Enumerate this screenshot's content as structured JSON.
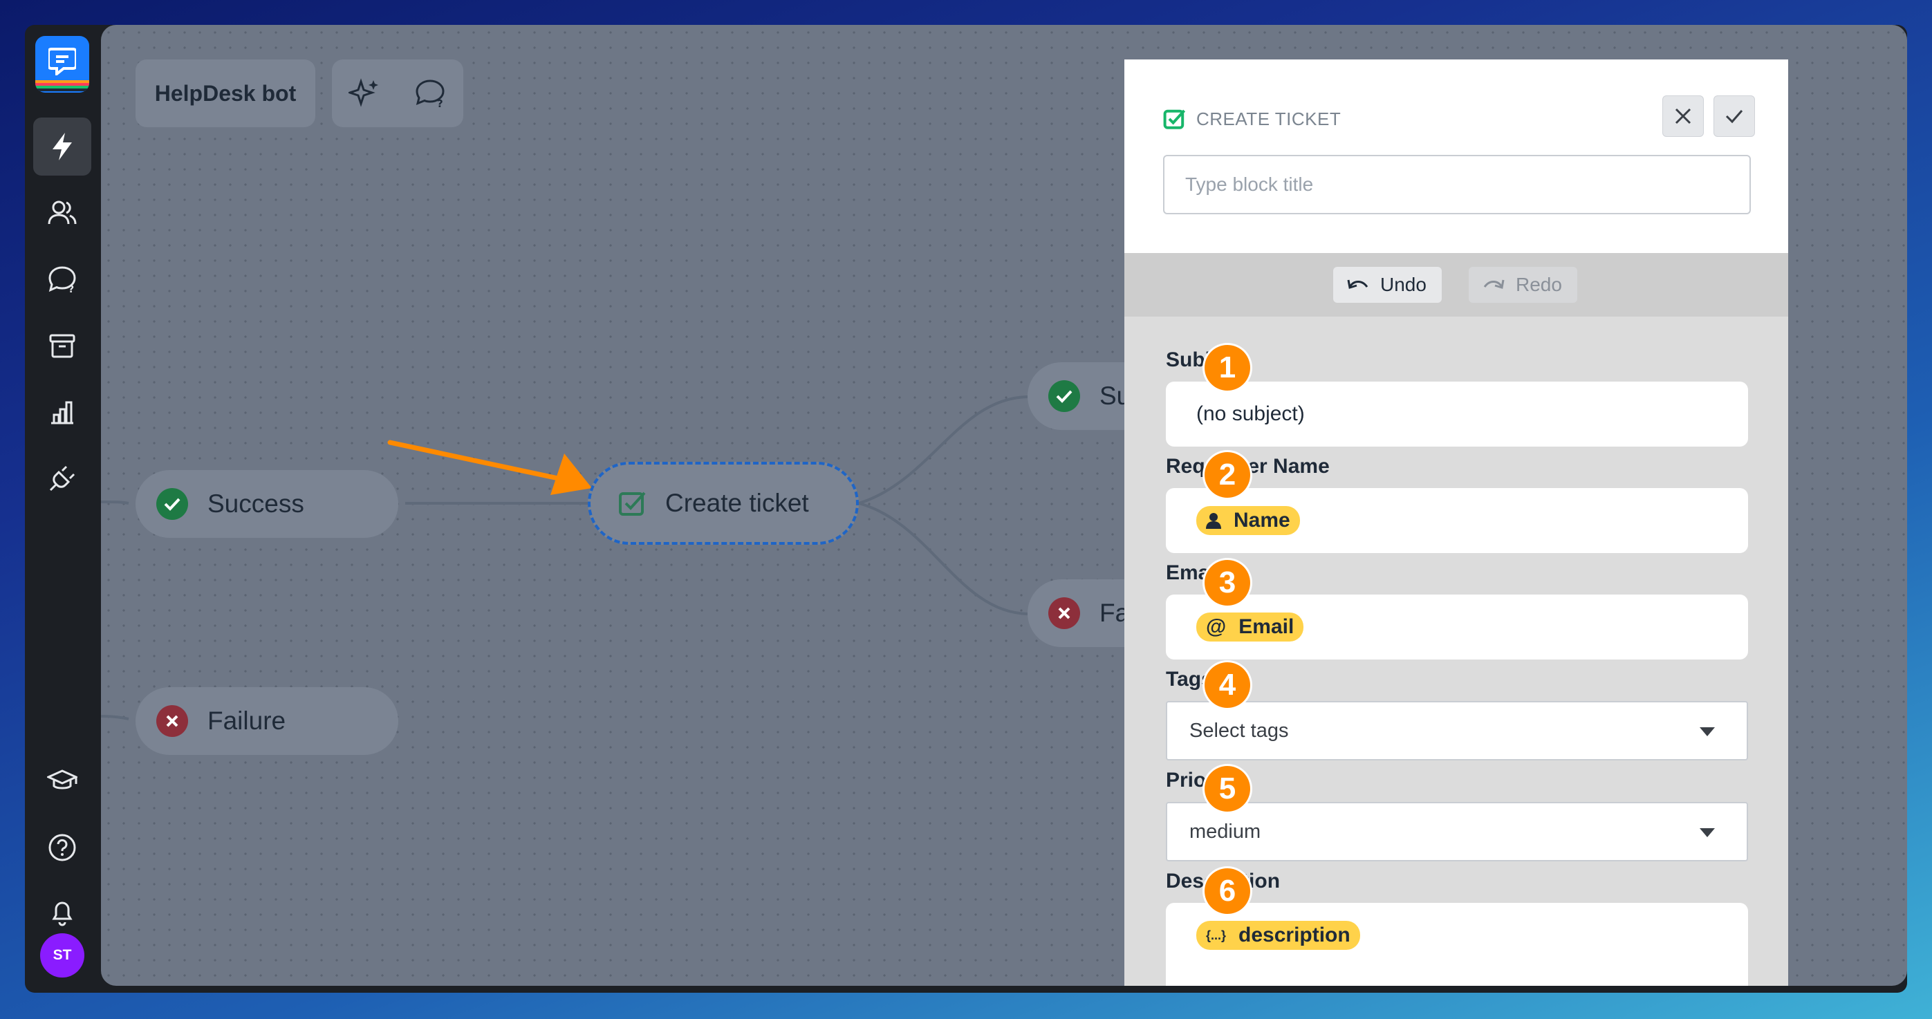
{
  "bot": {
    "name": "HelpDesk bot"
  },
  "sidebar": {
    "icons": [
      "automation-bolt-icon",
      "customers-icon",
      "chats-icon",
      "archive-icon",
      "reports-icon",
      "integrations-plug-icon",
      "academy-cap-icon",
      "help-icon",
      "notifications-bell-icon"
    ],
    "avatar_initials": "ST",
    "avatar_color": "#8a1cff"
  },
  "canvas": {
    "nodes": {
      "success_left": "Success",
      "failure_left": "Failure",
      "create_ticket": "Create ticket",
      "success_right": "Success",
      "failure_right": "Failure"
    }
  },
  "panel": {
    "header_title": "CREATE TICKET",
    "title_placeholder": "Type block title",
    "undo_label": "Undo",
    "redo_label": "Redo",
    "fields": {
      "subject": {
        "label": "Subject",
        "value": "(no subject)",
        "badge": "1"
      },
      "requester": {
        "label": "Requester Name",
        "chip": "Name",
        "badge": "2"
      },
      "email": {
        "label": "Email",
        "chip": "Email",
        "chip_icon": "@",
        "badge": "3"
      },
      "tags": {
        "label": "Tags",
        "placeholder": "Select tags",
        "badge": "4"
      },
      "priority": {
        "label": "Priority",
        "value": "medium",
        "badge": "5"
      },
      "description": {
        "label": "Description",
        "chip": "description",
        "chip_icon": "{...}",
        "badge": "6"
      }
    }
  },
  "colors": {
    "accent_blue": "#1a7dff",
    "badge_orange": "#ff8a00",
    "chip_yellow": "#ffd24a",
    "success_green": "#1e7a44",
    "failure_red": "#8d2f3b"
  }
}
